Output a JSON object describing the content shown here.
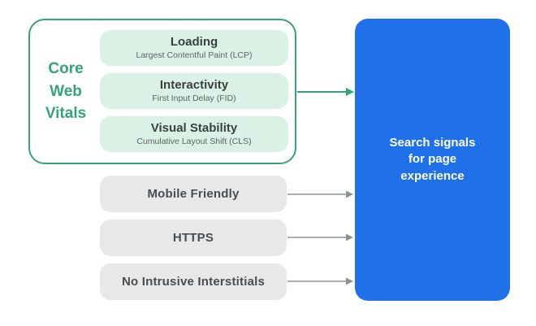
{
  "colors": {
    "green": "#34a27e",
    "green-light": "#d9f2e5",
    "gray-pill": "#e8e8e9",
    "blue": "#1f70e9",
    "text-dark": "#3c4043",
    "text-sub": "#5f6368",
    "arrow-gray": "#8d9297"
  },
  "core_web_vitals": {
    "label": "Core Web Vitals",
    "metrics": [
      {
        "title": "Loading",
        "subtitle": "Largest Contentful Paint (LCP)"
      },
      {
        "title": "Interactivity",
        "subtitle": "First Input Delay (FID)"
      },
      {
        "title": "Visual Stability",
        "subtitle": "Cumulative Layout Shift (CLS)"
      }
    ]
  },
  "other_signals": [
    "Mobile Friendly",
    "HTTPS",
    "No Intrusive Interstitials"
  ],
  "result": {
    "label": "Search signals for page experience"
  }
}
